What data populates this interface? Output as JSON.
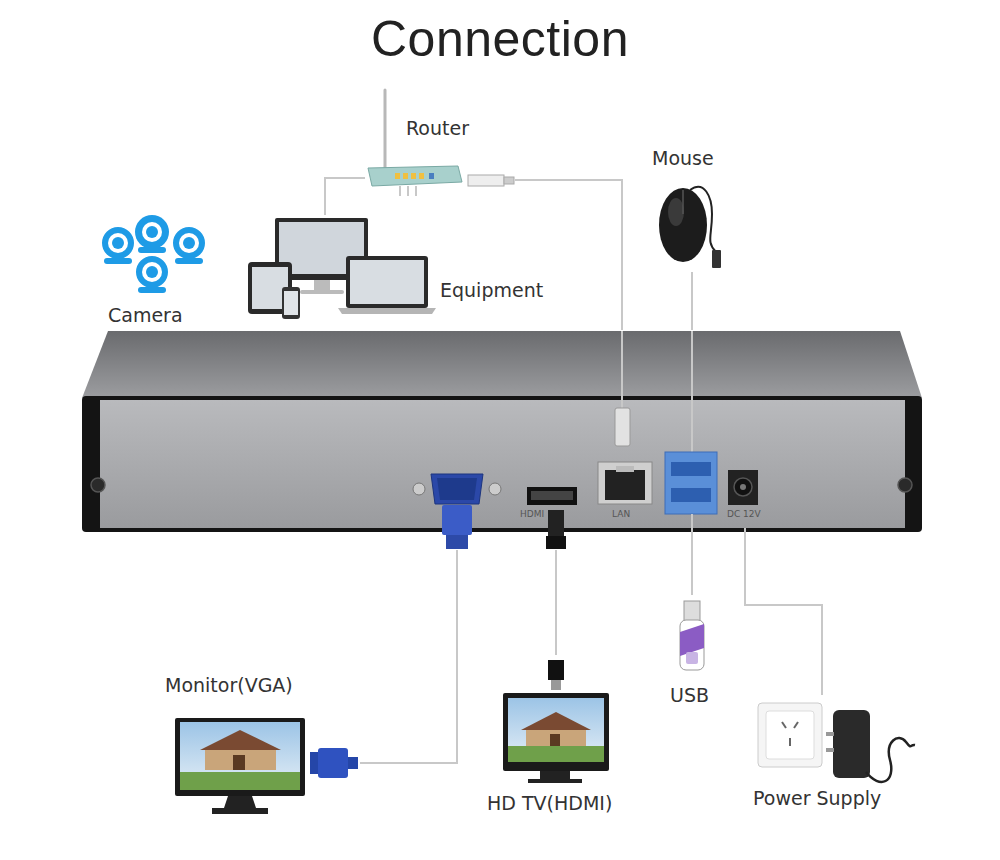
{
  "diagram": {
    "title": "Connection",
    "nodes": [
      {
        "text": [
          "Router"
        ]
      },
      {
        "text": [
          "Mouse"
        ]
      },
      {
        "text": [
          "Camera"
        ]
      },
      {
        "text": [
          "Equipment"
        ]
      },
      {
        "text": [
          "HDMI",
          "LAN",
          "DC 12V"
        ]
      },
      {
        "text": [
          "Monitor(VGA)"
        ]
      },
      {
        "text": [
          "USB"
        ]
      },
      {
        "text": [
          "HD TV(HDMI)"
        ]
      },
      {
        "text": [
          "Power Supply"
        ]
      }
    ],
    "edges": [
      {
        "from": 0,
        "to": 3,
        "arrow": "none"
      },
      {
        "from": 0,
        "to": 4,
        "arrow": "none"
      },
      {
        "from": 1,
        "to": 4,
        "arrow": "none"
      },
      {
        "from": 5,
        "to": 4,
        "arrow": "none"
      },
      {
        "from": 7,
        "to": 4,
        "arrow": "none"
      },
      {
        "from": 6,
        "to": 4,
        "arrow": "none"
      },
      {
        "from": 8,
        "to": 4,
        "arrow": "none"
      }
    ]
  }
}
